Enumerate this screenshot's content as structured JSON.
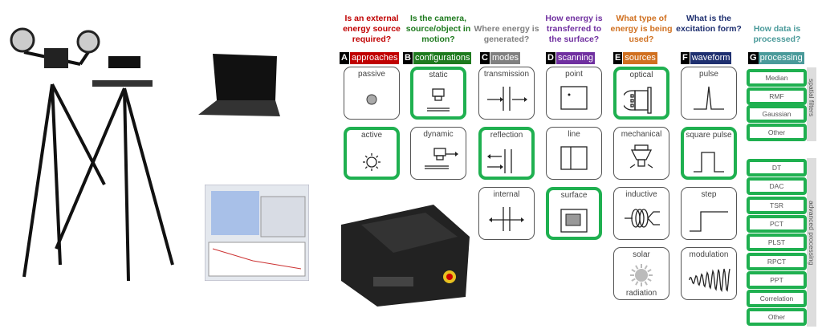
{
  "colors": {
    "highlight": "#1fb050",
    "A": "#c00000",
    "B": "#1e7a1e",
    "C": "#808080",
    "D": "#7030a0",
    "E": "#d07020",
    "F": "#1f3070",
    "G": "#4a9a9a"
  },
  "columns": [
    {
      "letter": "A",
      "name": "approaches",
      "question": "Is an external energy source required?",
      "items": [
        {
          "label": "passive",
          "icon": "circle-icon"
        },
        {
          "label": "active",
          "icon": "sun-icon",
          "selected": true
        }
      ]
    },
    {
      "letter": "B",
      "name": "configurations",
      "question": "Is the camera, source/object in motion?",
      "items": [
        {
          "label": "static",
          "icon": "static-camera-icon",
          "selected": true
        },
        {
          "label": "dynamic",
          "icon": "moving-camera-icon"
        }
      ]
    },
    {
      "letter": "C",
      "name": "modes",
      "question": "Where energy is generated?",
      "items": [
        {
          "label": "transmission",
          "icon": "transmission-icon"
        },
        {
          "label": "reflection",
          "icon": "reflection-icon",
          "selected": true
        },
        {
          "label": "internal",
          "icon": "internal-icon"
        }
      ]
    },
    {
      "letter": "D",
      "name": "scanning",
      "question": "How energy is transferred to the surface?",
      "items": [
        {
          "label": "point",
          "icon": "point-scan-icon"
        },
        {
          "label": "line",
          "icon": "line-scan-icon"
        },
        {
          "label": "surface",
          "icon": "surface-scan-icon",
          "selected": true
        }
      ]
    },
    {
      "letter": "E",
      "name": "sources",
      "question": "What type of energy is being used?",
      "items": [
        {
          "label": "optical",
          "icon": "lamp-icon",
          "selected": true
        },
        {
          "label": "mechanical",
          "icon": "shaker-icon"
        },
        {
          "label": "inductive",
          "icon": "coil-icon"
        },
        {
          "label": "solar",
          "label2": "radiation",
          "icon": "sun-radiation-icon"
        }
      ]
    },
    {
      "letter": "F",
      "name": "waveform",
      "question": "What is the excitation form?",
      "items": [
        {
          "label": "pulse",
          "icon": "pulse-wave-icon"
        },
        {
          "label": "square pulse",
          "icon": "square-pulse-icon",
          "selected": true
        },
        {
          "label": "step",
          "icon": "step-wave-icon"
        },
        {
          "label": "modulation",
          "icon": "modulation-wave-icon"
        }
      ]
    }
  ],
  "processing": {
    "letter": "G",
    "name": "processing",
    "question": "How data is processed?",
    "spatial_label": "spatial filters",
    "spatial": [
      "Median",
      "RMF",
      "Gaussian",
      "Other"
    ],
    "advanced_label": "advanced processing",
    "advanced": [
      "DT",
      "DAC",
      "TSR",
      "PCT",
      "PLST",
      "RPCT",
      "PPT",
      "Correlation",
      "Other"
    ]
  }
}
